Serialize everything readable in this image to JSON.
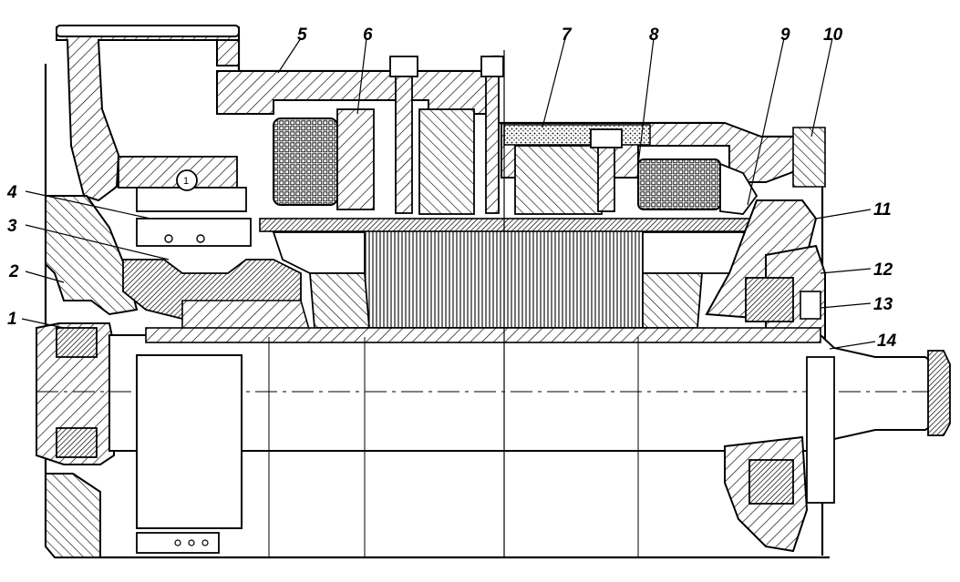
{
  "callouts": [
    {
      "label": "1"
    },
    {
      "label": "2"
    },
    {
      "label": "3"
    },
    {
      "label": "4"
    },
    {
      "label": "5"
    },
    {
      "label": "6"
    },
    {
      "label": "7"
    },
    {
      "label": "8"
    },
    {
      "label": "9"
    },
    {
      "label": "10"
    },
    {
      "label": "11"
    },
    {
      "label": "12"
    },
    {
      "label": "13"
    },
    {
      "label": "14"
    }
  ],
  "brush_holder_marking": "1",
  "colors": {
    "ink": "#000000",
    "paper": "#ffffff"
  }
}
